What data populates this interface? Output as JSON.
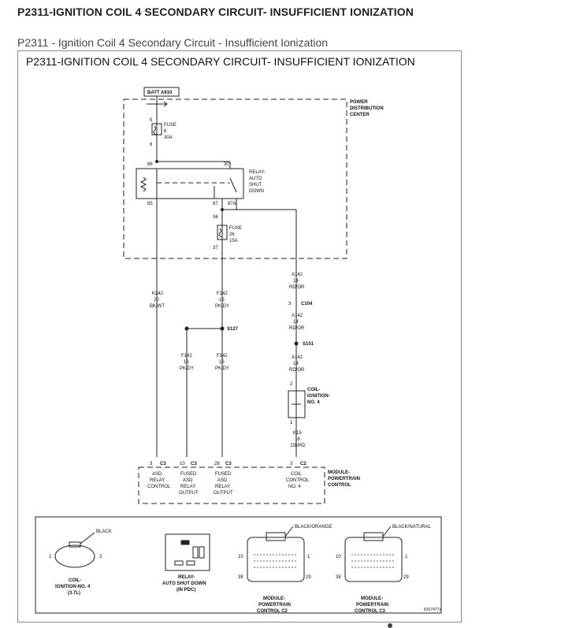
{
  "page": {
    "heading": "P2311-IGNITION COIL 4 SECONDARY CIRCUIT- INSUFFICIENT IONIZATION",
    "caption": "P2311 - Ignition Coil 4 Secondary Circuit - Insufficient Ionization"
  },
  "diagram": {
    "title": "P2311-IGNITION COIL 4 SECONDARY CIRCUIT- INSUFFICIENT IONIZATION",
    "batt": "BATT A910",
    "pdc_label": [
      "POWER",
      "DISTRIBUTION",
      "CENTER"
    ],
    "fuse6": {
      "lines": [
        "FUSE",
        "6",
        "30A"
      ],
      "pin_top": "5",
      "pin_bottom": "6"
    },
    "relay": {
      "lines": [
        "RELAY-",
        "AUTO",
        "SHUT",
        "DOWN"
      ],
      "pin86": "86",
      "pin30": "30",
      "pin85": "85",
      "pin87": "87",
      "pin87a": "87A"
    },
    "fuse26": {
      "lines": [
        "FUSE",
        "26",
        "15A"
      ],
      "pin_top": "36",
      "pin_bottom": "37"
    },
    "wire_k342": [
      "K342",
      "20",
      "BK/WT"
    ],
    "wire_f142_a": [
      "F142",
      "16",
      "PK/DY"
    ],
    "wire_a142_a": [
      "A142",
      "14",
      "RD/OR"
    ],
    "c104": "C104",
    "c104_pin": "3",
    "wire_a142_b": [
      "A142",
      "14",
      "RD/OR"
    ],
    "s151": "S151",
    "wire_a142_c": [
      "A142",
      "14",
      "RD/OR"
    ],
    "s127": "S127",
    "wire_f142_b": [
      "F142",
      "16",
      "PK/DY"
    ],
    "wire_f142_c": [
      "F142",
      "16",
      "PK/DY"
    ],
    "coil": {
      "lines": [
        "COIL-",
        "IGNITION-",
        "NO. 4"
      ],
      "pin_top": "2",
      "pin_bottom": "1"
    },
    "wire_k15": [
      "K15",
      "16",
      "DB/RD"
    ],
    "pcm": {
      "lines": [
        "MODULE-",
        "POWERTRAIN",
        "CONTROL"
      ],
      "pins": [
        {
          "num": "3",
          "conn": "C3",
          "label": [
            "ASD",
            "RELAY",
            "CONTROL"
          ]
        },
        {
          "num": "10",
          "conn": "C3",
          "label": [
            "FUSED",
            "ASD",
            "RELAY",
            "OUTPUT"
          ]
        },
        {
          "num": "28",
          "conn": "C3",
          "label": [
            "FUSED",
            "ASD",
            "RELAY",
            "OUTPUT"
          ]
        },
        {
          "num": "3",
          "conn": "C2",
          "label": [
            "COIL",
            "CONTROL",
            "NO. 4"
          ]
        }
      ]
    },
    "views": {
      "coil": {
        "color": "BLACK",
        "pin_left": "1",
        "pin_right": "3",
        "label": [
          "COIL-",
          "IGNITION-NO. 4",
          "(3.7L)"
        ]
      },
      "relay": {
        "label": [
          "RELAY-",
          "AUTO SHUT DOWN",
          "(IN PDC)"
        ]
      },
      "pcm_c2": {
        "color": "BLACK/ORANGE",
        "pin_tl": "10",
        "pin_tr": "1",
        "pin_bl": "38",
        "pin_br": "29",
        "label": [
          "MODULE-",
          "POWERTRAIN",
          "CONTROL C2"
        ]
      },
      "pcm_c3": {
        "color": "BLACK/NATURAL",
        "pin_tl": "10",
        "pin_tr": "1",
        "pin_bl": "38",
        "pin_br": "29",
        "label": [
          "MODULE-",
          "POWERTRAIN",
          "CONTROL C3"
        ]
      }
    },
    "figure_id": "8167477e"
  }
}
